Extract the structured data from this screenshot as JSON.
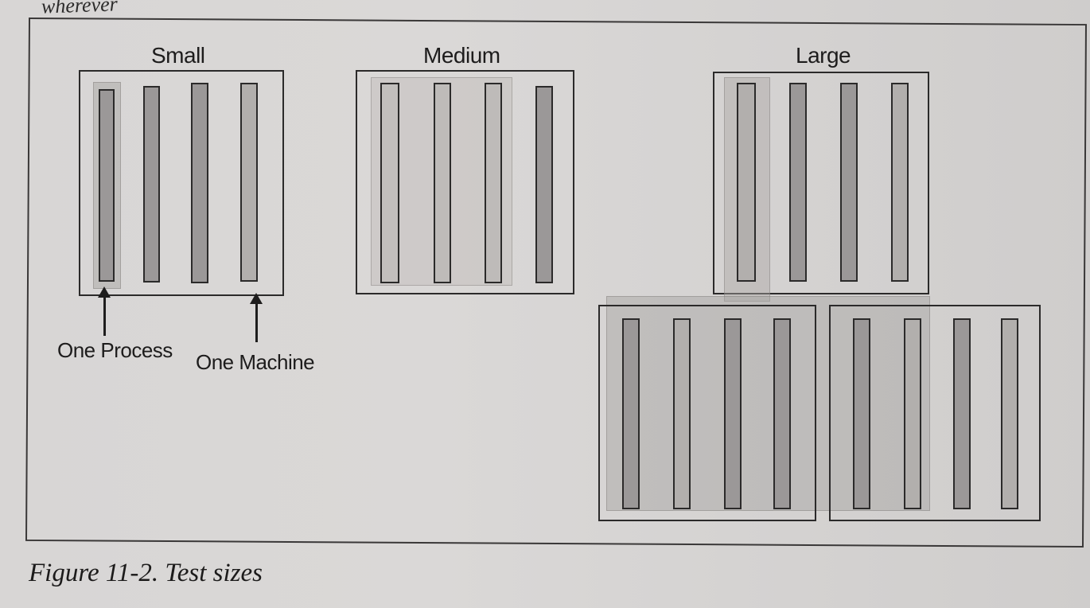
{
  "header_fragment": "wherever",
  "labels": {
    "small": "Small",
    "medium": "Medium",
    "large": "Large",
    "one_process": "One Process",
    "one_machine": "One Machine"
  },
  "caption": "Figure 11-2. Test sizes"
}
